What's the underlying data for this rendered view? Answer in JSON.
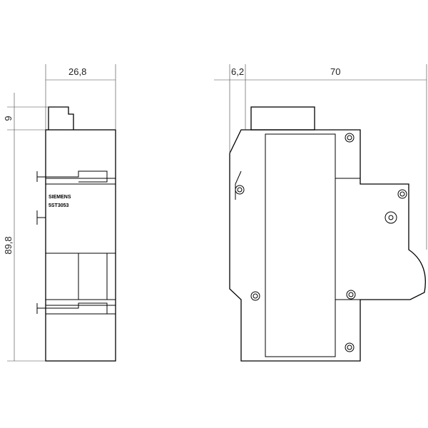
{
  "dimensions": {
    "width_front": "26,8",
    "height_top_block": "9",
    "height_body": "89,8",
    "depth_offset": "6,2",
    "depth_total": "70"
  },
  "device_labels": {
    "brand": "SIEMENS",
    "model": "5ST3053"
  }
}
